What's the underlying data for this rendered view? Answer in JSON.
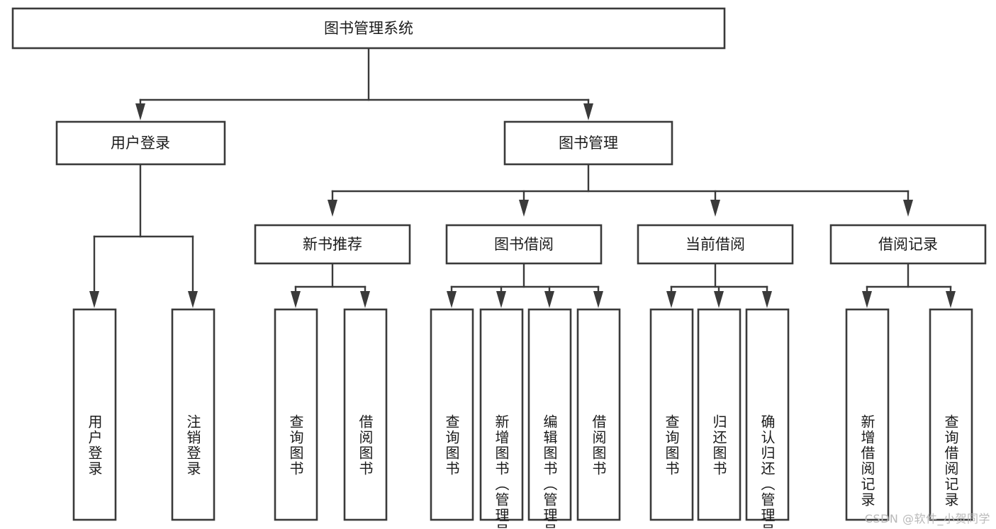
{
  "diagram": {
    "title": "图书管理系统",
    "type": "tree-hierarchy-chart",
    "watermark": "CSDN @软件_小贺同学",
    "colors": {
      "background": "#ffffff",
      "node_fill": "#ffffff",
      "node_stroke": "#3a3a3a",
      "connector": "#3a3a3a",
      "label": "#1b1b1b",
      "watermark": "#b9b9b9"
    },
    "root": {
      "label": "图书管理系统"
    },
    "level1": [
      {
        "label": "用户登录"
      },
      {
        "label": "图书管理"
      }
    ],
    "level2": [
      {
        "label": "新书推荐"
      },
      {
        "label": "图书借阅"
      },
      {
        "label": "当前借阅"
      },
      {
        "label": "借阅记录"
      }
    ],
    "leaves": {
      "user_login": [
        {
          "label": "用户登录"
        },
        {
          "label": "注销登录"
        }
      ],
      "new_book": [
        {
          "label": "查询图书"
        },
        {
          "label": "借阅图书"
        }
      ],
      "book_borrow": [
        {
          "label": "查询图书"
        },
        {
          "label": "新增图书（管理员）"
        },
        {
          "label": "编辑图书（管理员）"
        },
        {
          "label": "借阅图书"
        }
      ],
      "current_borrow": [
        {
          "label": "查询图书"
        },
        {
          "label": "归还图书"
        },
        {
          "label": "确认归还（管理员）"
        }
      ],
      "borrow_record": [
        {
          "label": "新增借阅记录"
        },
        {
          "label": "查询借阅记录"
        }
      ]
    }
  },
  "chart_data": {
    "type": "table",
    "title": "图书管理系统",
    "nodes": [
      {
        "id": "root",
        "label": "图书管理系统",
        "level": 0,
        "parent": null
      },
      {
        "id": "l1-0",
        "label": "用户登录",
        "level": 1,
        "parent": "root"
      },
      {
        "id": "l1-1",
        "label": "图书管理",
        "level": 1,
        "parent": "root"
      },
      {
        "id": "l2-0",
        "label": "新书推荐",
        "level": 2,
        "parent": "l1-1"
      },
      {
        "id": "l2-1",
        "label": "图书借阅",
        "level": 2,
        "parent": "l1-1"
      },
      {
        "id": "l2-2",
        "label": "当前借阅",
        "level": 2,
        "parent": "l1-1"
      },
      {
        "id": "l2-3",
        "label": "借阅记录",
        "level": 2,
        "parent": "l1-1"
      },
      {
        "id": "l3-0",
        "label": "用户登录",
        "level": 3,
        "parent": "l1-0"
      },
      {
        "id": "l3-1",
        "label": "注销登录",
        "level": 3,
        "parent": "l1-0"
      },
      {
        "id": "l3-2",
        "label": "查询图书",
        "level": 3,
        "parent": "l2-0"
      },
      {
        "id": "l3-3",
        "label": "借阅图书",
        "level": 3,
        "parent": "l2-0"
      },
      {
        "id": "l3-4",
        "label": "查询图书",
        "level": 3,
        "parent": "l2-1"
      },
      {
        "id": "l3-5",
        "label": "新增图书（管理员）",
        "level": 3,
        "parent": "l2-1"
      },
      {
        "id": "l3-6",
        "label": "编辑图书（管理员）",
        "level": 3,
        "parent": "l2-1"
      },
      {
        "id": "l3-7",
        "label": "借阅图书",
        "level": 3,
        "parent": "l2-1"
      },
      {
        "id": "l3-8",
        "label": "查询图书",
        "level": 3,
        "parent": "l2-2"
      },
      {
        "id": "l3-9",
        "label": "归还图书",
        "level": 3,
        "parent": "l2-2"
      },
      {
        "id": "l3-10",
        "label": "确认归还（管理员）",
        "level": 3,
        "parent": "l2-2"
      },
      {
        "id": "l3-11",
        "label": "新增借阅记录",
        "level": 3,
        "parent": "l2-3"
      },
      {
        "id": "l3-12",
        "label": "查询借阅记录",
        "level": 3,
        "parent": "l2-3"
      }
    ]
  }
}
